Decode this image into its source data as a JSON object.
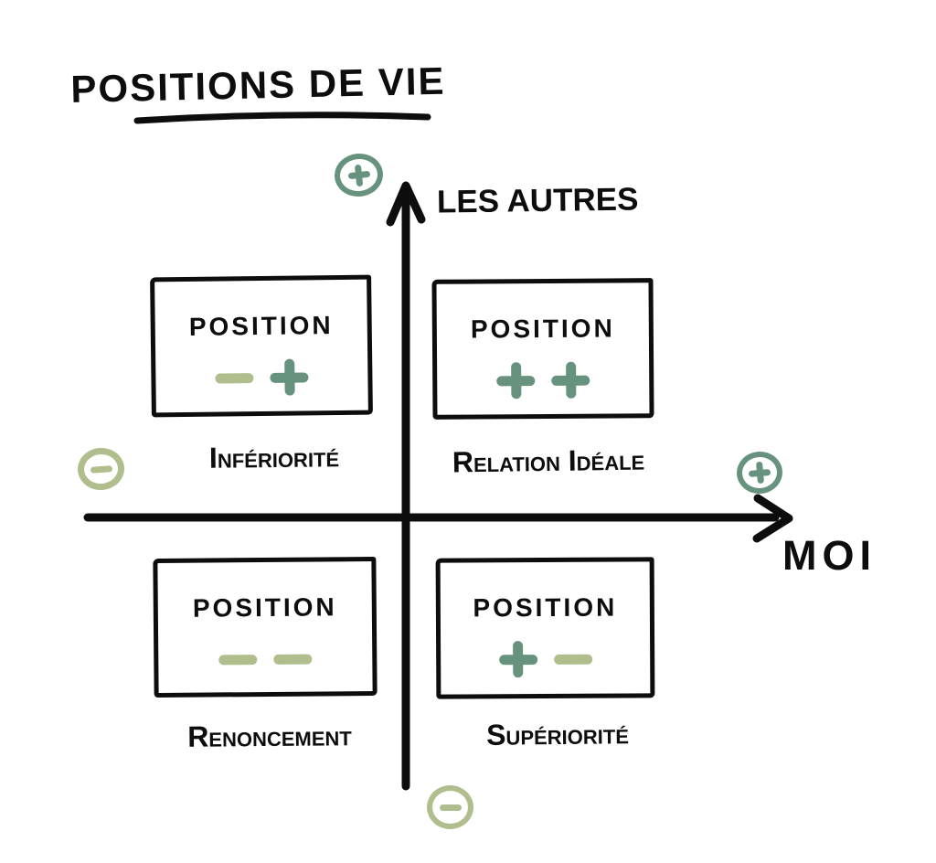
{
  "title": {
    "text": "POSITIONS DE VIE"
  },
  "axes": {
    "vertical": {
      "label": "LES AUTRES",
      "top_sign": "+",
      "bottom_sign": "-"
    },
    "horizontal": {
      "label": "MOI",
      "left_sign": "-",
      "right_sign": "+"
    }
  },
  "quadrants": {
    "top_left": {
      "box_title": "POSITION",
      "signs": [
        "-",
        "+"
      ],
      "label": "Infériorité"
    },
    "top_right": {
      "box_title": "POSITION",
      "signs": [
        "+",
        "+"
      ],
      "label": "Relation Idéale"
    },
    "bottom_left": {
      "box_title": "POSITION",
      "signs": [
        "-",
        "-"
      ],
      "label": "Renoncement"
    },
    "bottom_right": {
      "box_title": "POSITION",
      "signs": [
        "+",
        "-"
      ],
      "label": "Supériorité"
    }
  },
  "colors": {
    "ink": "#0d0d0d",
    "plus_green": "#67937e",
    "minus_green": "#b0bd8c",
    "background": "#ffffff"
  }
}
